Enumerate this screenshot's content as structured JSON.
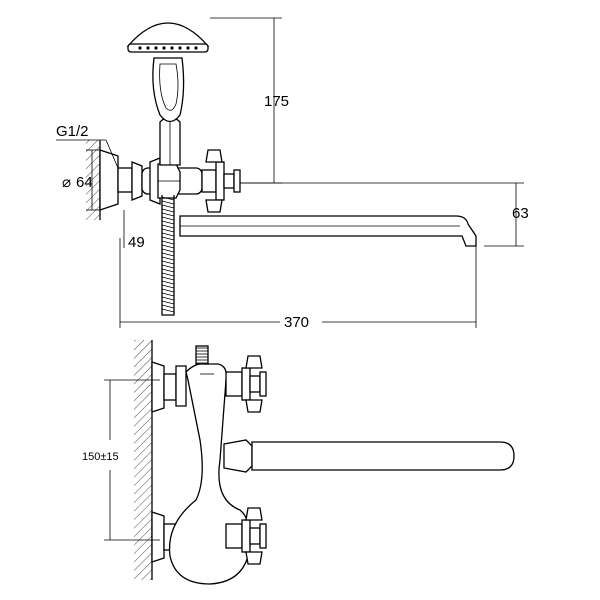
{
  "dimensions": {
    "height_shower": "175",
    "thread": "G1/2",
    "flange_diameter": "64",
    "diameter_symbol": "⌀",
    "offset": "49",
    "spout_drop": "63",
    "spout_length": "370",
    "centers": "150±15"
  }
}
